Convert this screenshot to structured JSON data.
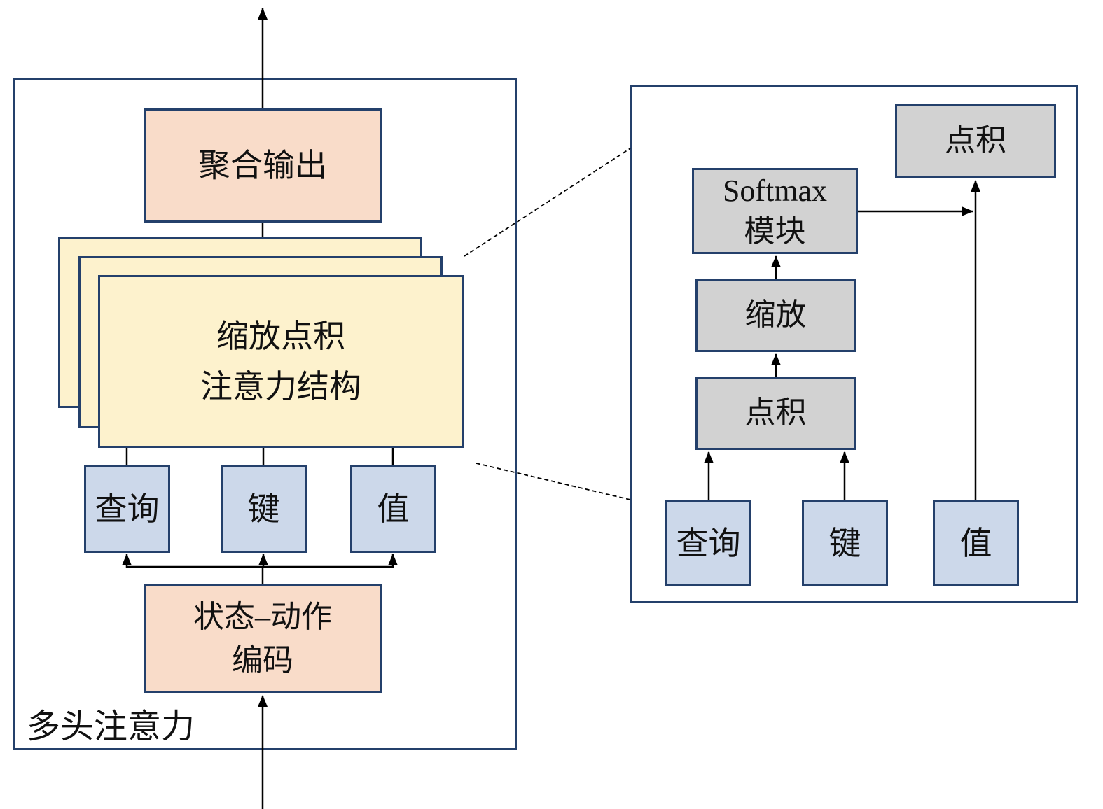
{
  "diagram": {
    "left_panel": {
      "title": "多头注意力",
      "aggregate_output": "聚合输出",
      "attention_stack": {
        "line1": "缩放点积",
        "line2": "注意力结构"
      },
      "query": "查询",
      "key": "键",
      "value": "值",
      "encoder": {
        "line1": "状态–动作",
        "line2": "编码"
      }
    },
    "right_panel": {
      "dot_product_top": "点积",
      "softmax": {
        "line1": "Softmax",
        "line2": "模块"
      },
      "scale": "缩放",
      "dot_product": "点积",
      "query": "查询",
      "key": "键",
      "value": "值"
    },
    "colors": {
      "pink": "#f9dcc9",
      "yellow": "#fdf2cd",
      "blue": "#ccd8ea",
      "gray": "#d2d2d2",
      "border": "#24406b",
      "arrow": "#000000"
    }
  }
}
